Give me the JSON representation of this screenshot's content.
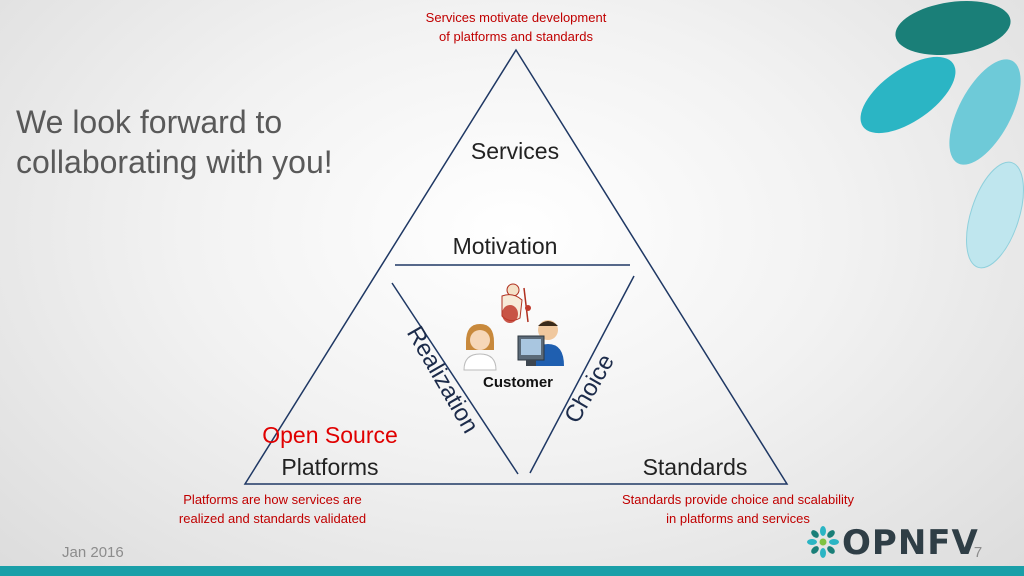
{
  "slide": {
    "headline_line1": "We look forward to",
    "headline_line2": "collaborating with you!",
    "date": "Jan 2016",
    "page_number": "7",
    "logo_text": "OPNFV"
  },
  "diagram": {
    "top_note_line1": "Services motivate development",
    "top_note_line2": "of platforms and standards",
    "left_note_line1": "Platforms are how services are",
    "left_note_line2": "realized and standards validated",
    "right_note_line1": "Standards provide choice and scalability",
    "right_note_line2": "in platforms and services",
    "services": "Services",
    "motivation": "Motivation",
    "open_source": "Open Source",
    "platforms": "Platforms",
    "standards": "Standards",
    "realization": "Realization",
    "choice": "Choice",
    "customer": "Customer"
  },
  "colors": {
    "triangle_stroke": "#1f3864",
    "note_red": "#c00000",
    "teal_dark": "#1a7f78",
    "teal_mid": "#2bb5c4",
    "teal_light": "#7fd3e0",
    "bottom_bar": "#1a9fa8"
  }
}
